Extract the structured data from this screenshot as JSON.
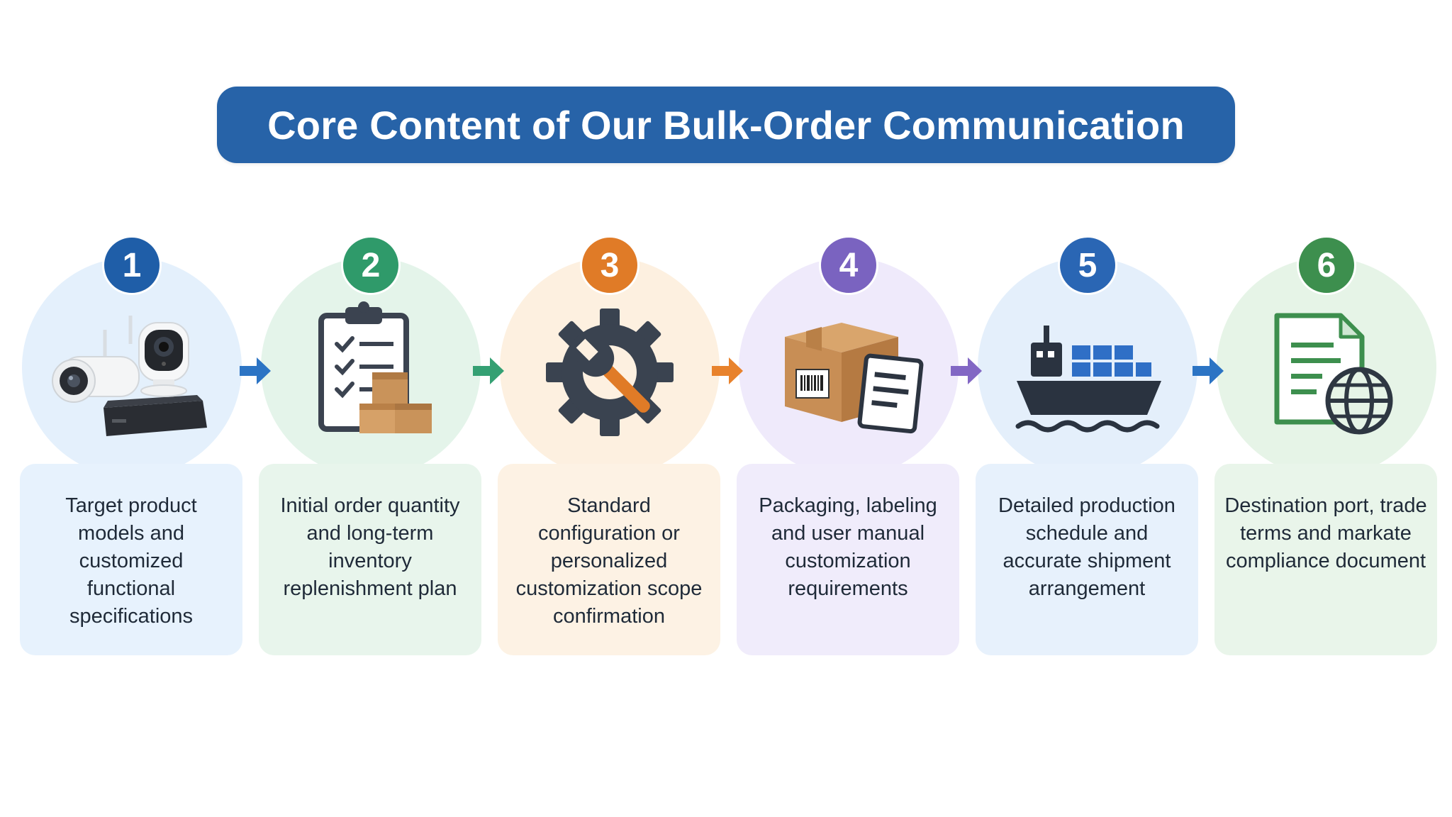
{
  "title": "Core Content of Our Bulk-Order Communication",
  "steps": [
    {
      "number": "1",
      "text": "Target product models and customized functional specifications",
      "icon": "security-cameras-icon",
      "accent": "#1f5ea8",
      "circle": "#e4f0fc",
      "card": "#e7f2fd"
    },
    {
      "number": "2",
      "text": "Initial order quantity and long-term inventory replenishment plan",
      "icon": "clipboard-boxes-icon",
      "accent": "#2f9a6a",
      "circle": "#e4f4ea",
      "card": "#e8f5ec"
    },
    {
      "number": "3",
      "text": "Standard configuration or personalized customization scope confirmation",
      "icon": "gear-wrench-icon",
      "accent": "#e07b27",
      "circle": "#fdf0e0",
      "card": "#fdf2e4"
    },
    {
      "number": "4",
      "text": "Packaging, labeling and user manual customization requirements",
      "icon": "package-label-icon",
      "accent": "#7a63c0",
      "circle": "#efeafb",
      "card": "#f0ecfb"
    },
    {
      "number": "5",
      "text": "Detailed production schedule and accurate shipment arrangement",
      "icon": "cargo-ship-icon",
      "accent": "#2a66b4",
      "circle": "#e4effb",
      "card": "#e7f1fc"
    },
    {
      "number": "6",
      "text": "Destination port, trade terms and markate compliance document",
      "icon": "document-globe-icon",
      "accent": "#3d8f4e",
      "circle": "#e6f4e7",
      "card": "#e9f5ea"
    }
  ],
  "arrow_colors": [
    "#2c74c4",
    "#34a073",
    "#e8822c",
    "#8267c4",
    "#2c74c4"
  ]
}
